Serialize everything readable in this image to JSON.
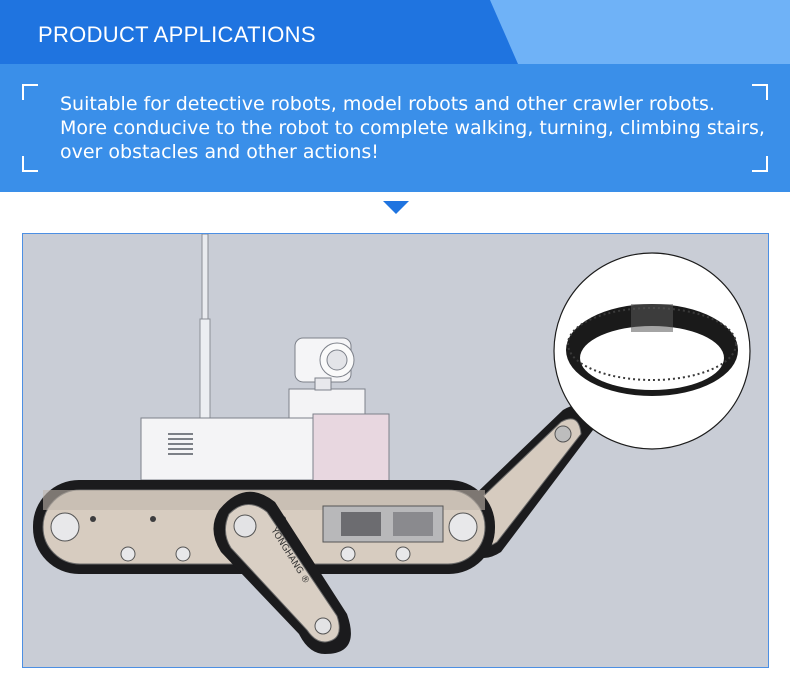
{
  "header": {
    "title": "PRODUCT APPLICATIONS"
  },
  "description": {
    "lines": [
      "Suitable for detective robots, model robots and other crawler robots.",
      "More conducive to the robot to complete walking, turning, climbing stairs,",
      "over obstacles and other actions!"
    ]
  },
  "illustration": {
    "track_marking": "YONGHANG ®"
  },
  "colors": {
    "header_blue": "#1f74e0",
    "header_light_blue": "#6fb2f7",
    "description_blue": "#3a8fe9",
    "frame_background": "#c9cdd6",
    "frame_border": "#4c8fe3"
  }
}
